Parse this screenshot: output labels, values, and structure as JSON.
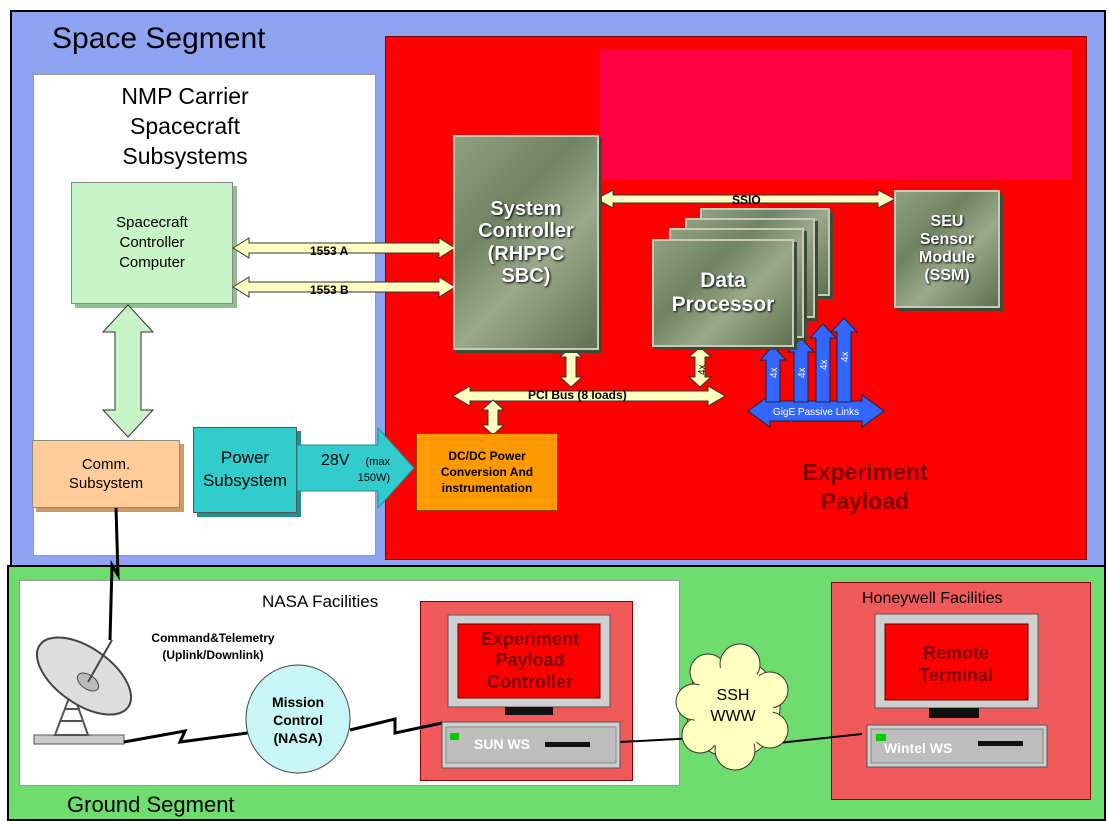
{
  "space_segment": {
    "title": "Space Segment",
    "nmp_carrier": {
      "title": "NMP Carrier Spacecraft Subsystems",
      "controller": "Spacecraft Controller Computer",
      "comm": "Comm. Subsystem",
      "power": "Power Subsystem"
    },
    "power_link": {
      "voltage": "28V",
      "note": "(max 150W)"
    },
    "payload": {
      "label": "Experiment Payload",
      "system_controller": "System Controller (RHPPC SBC)",
      "data_processor": "Data Processor",
      "seu_sensor": "SEU Sensor Module (SSM)",
      "dcdc": "DC/DC Power Conversion And instrumentation",
      "bus_1553a": "1553 A",
      "bus_1553b": "1553 B",
      "ssio": "SSIO",
      "pci_bus": "PCI Bus (8 loads)",
      "gige": "GigE Passive Links",
      "link_mult": "4x"
    }
  },
  "ground_segment": {
    "title": "Ground Segment",
    "nasa": {
      "title": "NASA Facilities",
      "cmd_telemetry": "Command&Telemetry (Uplink/Downlink)",
      "mission_control": "Mission Control (NASA)",
      "payload_controller": "Experiment Payload Controller",
      "workstation": "SUN WS"
    },
    "cloud": "SSH WWW",
    "honeywell": {
      "title": "Honeywell Facilities",
      "terminal": "Remote Terminal",
      "workstation": "Wintel WS"
    }
  },
  "colors": {
    "space_bg": "#8ea4f2",
    "payload_red": "#ff0000",
    "ground_bg": "#6edc6e",
    "facility_bg": "#f05a5a",
    "bus_yellow": "#ffffc0",
    "controller_green": "#c8f5c8",
    "comm_orange": "#ffcc99",
    "power_teal": "#33cccc",
    "dcdc_orange": "#ff9900",
    "gige_blue": "#3366ff"
  }
}
